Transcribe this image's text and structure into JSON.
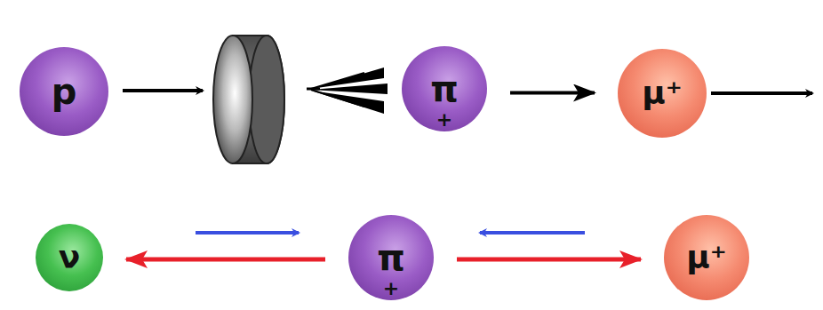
{
  "diagram": {
    "nodes": [
      {
        "text": [
          "p"
        ]
      },
      {
        "text": [
          "π",
          "+"
        ]
      },
      {
        "text": [
          "μ⁺"
        ]
      },
      {
        "text": [
          "ν"
        ]
      },
      {
        "text": [
          "π",
          "+"
        ]
      },
      {
        "text": [
          "μ⁺"
        ]
      }
    ],
    "edges": [
      {
        "from": 1,
        "to": 2,
        "arrow": "to"
      },
      {
        "from": 4,
        "to": 3,
        "arrow": "to"
      },
      {
        "from": 4,
        "to": 5,
        "arrow": "to"
      }
    ]
  }
}
